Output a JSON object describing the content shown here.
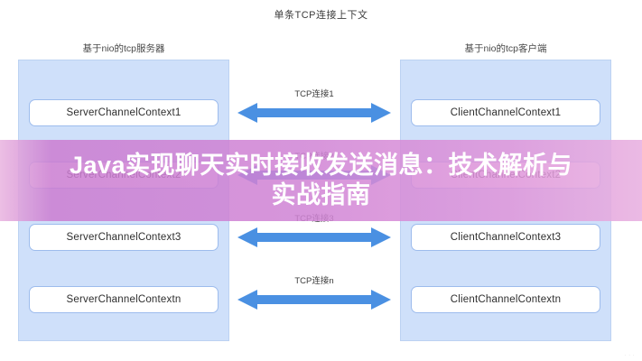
{
  "diagram": {
    "title": "单条TCP连接上下文",
    "panels": {
      "left": {
        "header": "基于nio的tcp服务器",
        "boxes": [
          "ServerChannelContext1",
          "ServerChannelContext2",
          "ServerChannelContext3",
          "ServerChannelContextn"
        ]
      },
      "right": {
        "header": "基于nio的tcp客户端",
        "boxes": [
          "ClientChannelContext1",
          "ClientChannelContext2",
          "ClientChannelContext3",
          "ClientChannelContextn"
        ]
      }
    },
    "connections": [
      {
        "label": "TCP连接1"
      },
      {
        "label": "TCP连接2"
      },
      {
        "label": "TCP连接3"
      },
      {
        "label": "TCP连接n"
      }
    ],
    "colors": {
      "panel_background": "#cfe0fa",
      "panel_border": "#bcd2f2",
      "box_background": "#ffffff",
      "box_border": "#9dbced",
      "arrow": "#4a90e2",
      "page_background": "#ffffff"
    }
  },
  "overlay": {
    "line1": "Java实现聊天实时接收发送消息：技术解析与",
    "line2": "实战指南",
    "text_color": "#ffffff",
    "banner_color": "#cf82d4"
  },
  "watermark": {
    "text": "· · ·"
  }
}
